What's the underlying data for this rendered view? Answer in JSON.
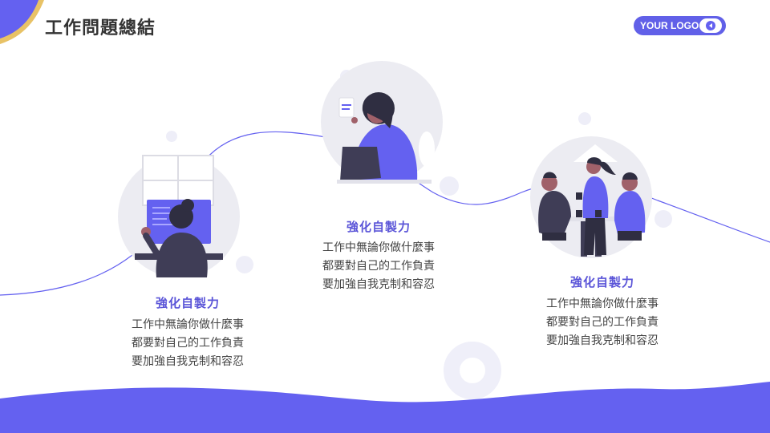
{
  "header": {
    "title": "工作問題總結",
    "logo_text": "YOUR LOGO"
  },
  "colors": {
    "accent": "#6461f0",
    "title_text": "#5b55d8",
    "gold": "#e8c266"
  },
  "items": [
    {
      "title": "強化自製力",
      "lines": [
        "工作中無論你做什麼事",
        "都要對自己的工作負責",
        "要加強自我克制和容忍"
      ]
    },
    {
      "title": "強化自製力",
      "lines": [
        "工作中無論你做什麼事",
        "都要對自己的工作負責",
        "要加強自我克制和容忍"
      ]
    },
    {
      "title": "強化自製力",
      "lines": [
        "工作中無論你做什麼事",
        "都要對自己的工作負責",
        "要加強自我克制和容忍"
      ]
    }
  ]
}
